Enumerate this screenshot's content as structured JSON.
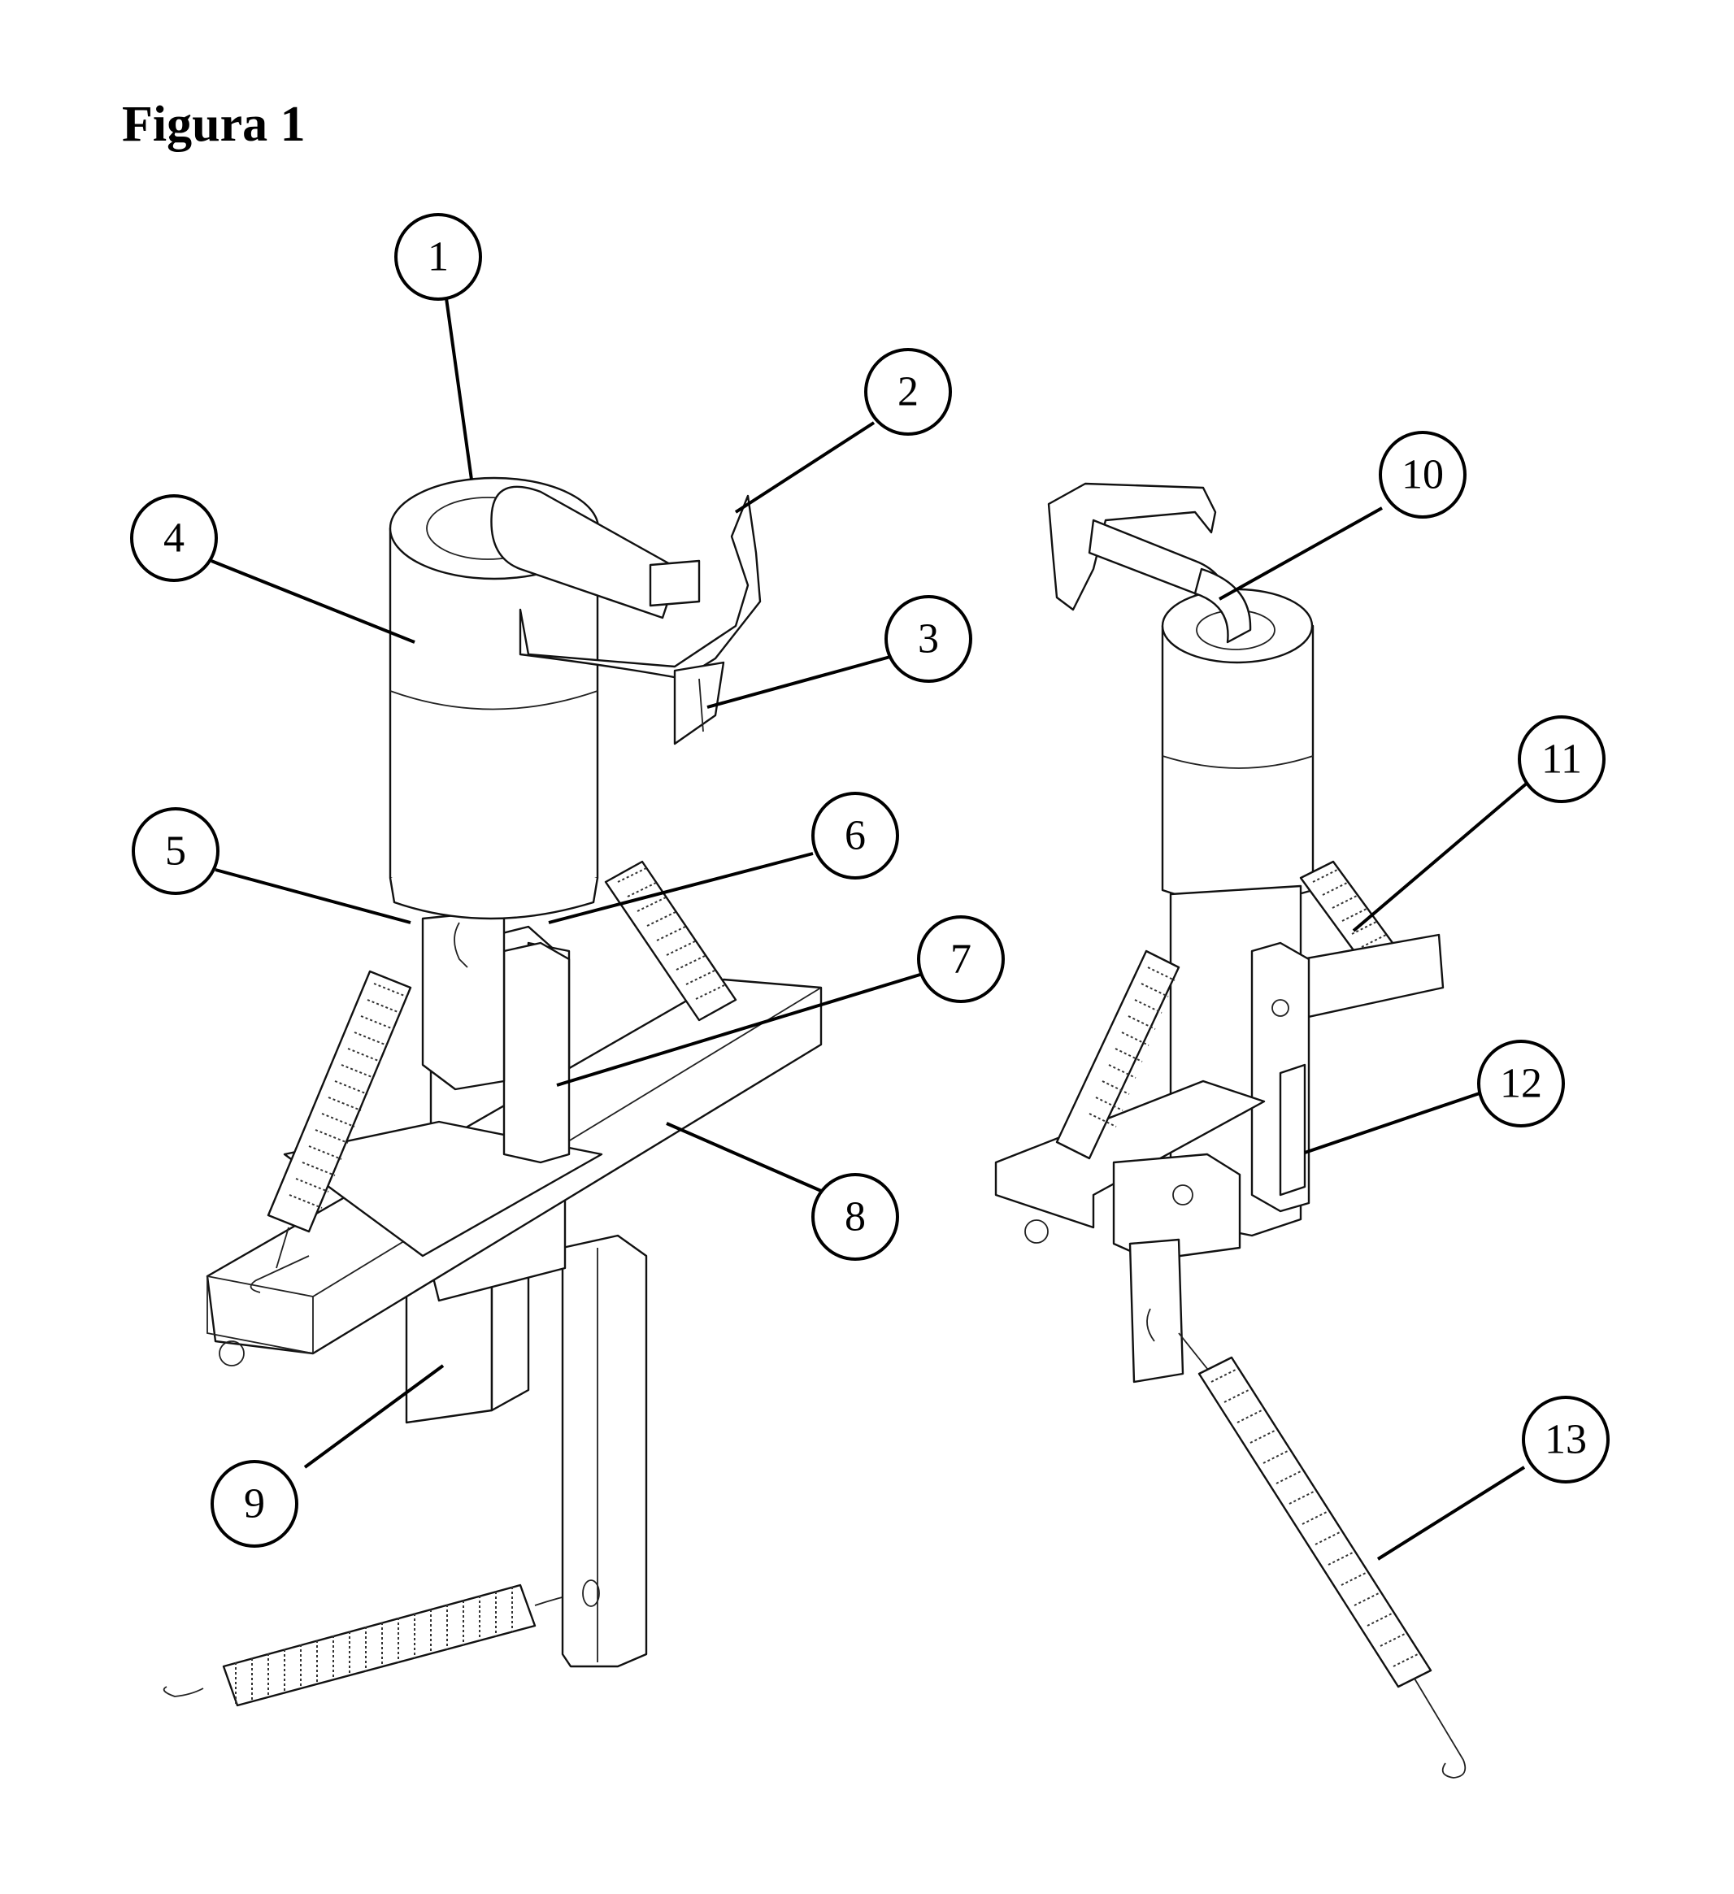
{
  "figure": {
    "title": "Figura 1"
  },
  "callouts": [
    {
      "label": "1"
    },
    {
      "label": "2"
    },
    {
      "label": "3"
    },
    {
      "label": "4"
    },
    {
      "label": "5"
    },
    {
      "label": "6"
    },
    {
      "label": "7"
    },
    {
      "label": "8"
    },
    {
      "label": "9"
    },
    {
      "label": "10"
    },
    {
      "label": "11"
    },
    {
      "label": "12"
    },
    {
      "label": "13"
    }
  ]
}
